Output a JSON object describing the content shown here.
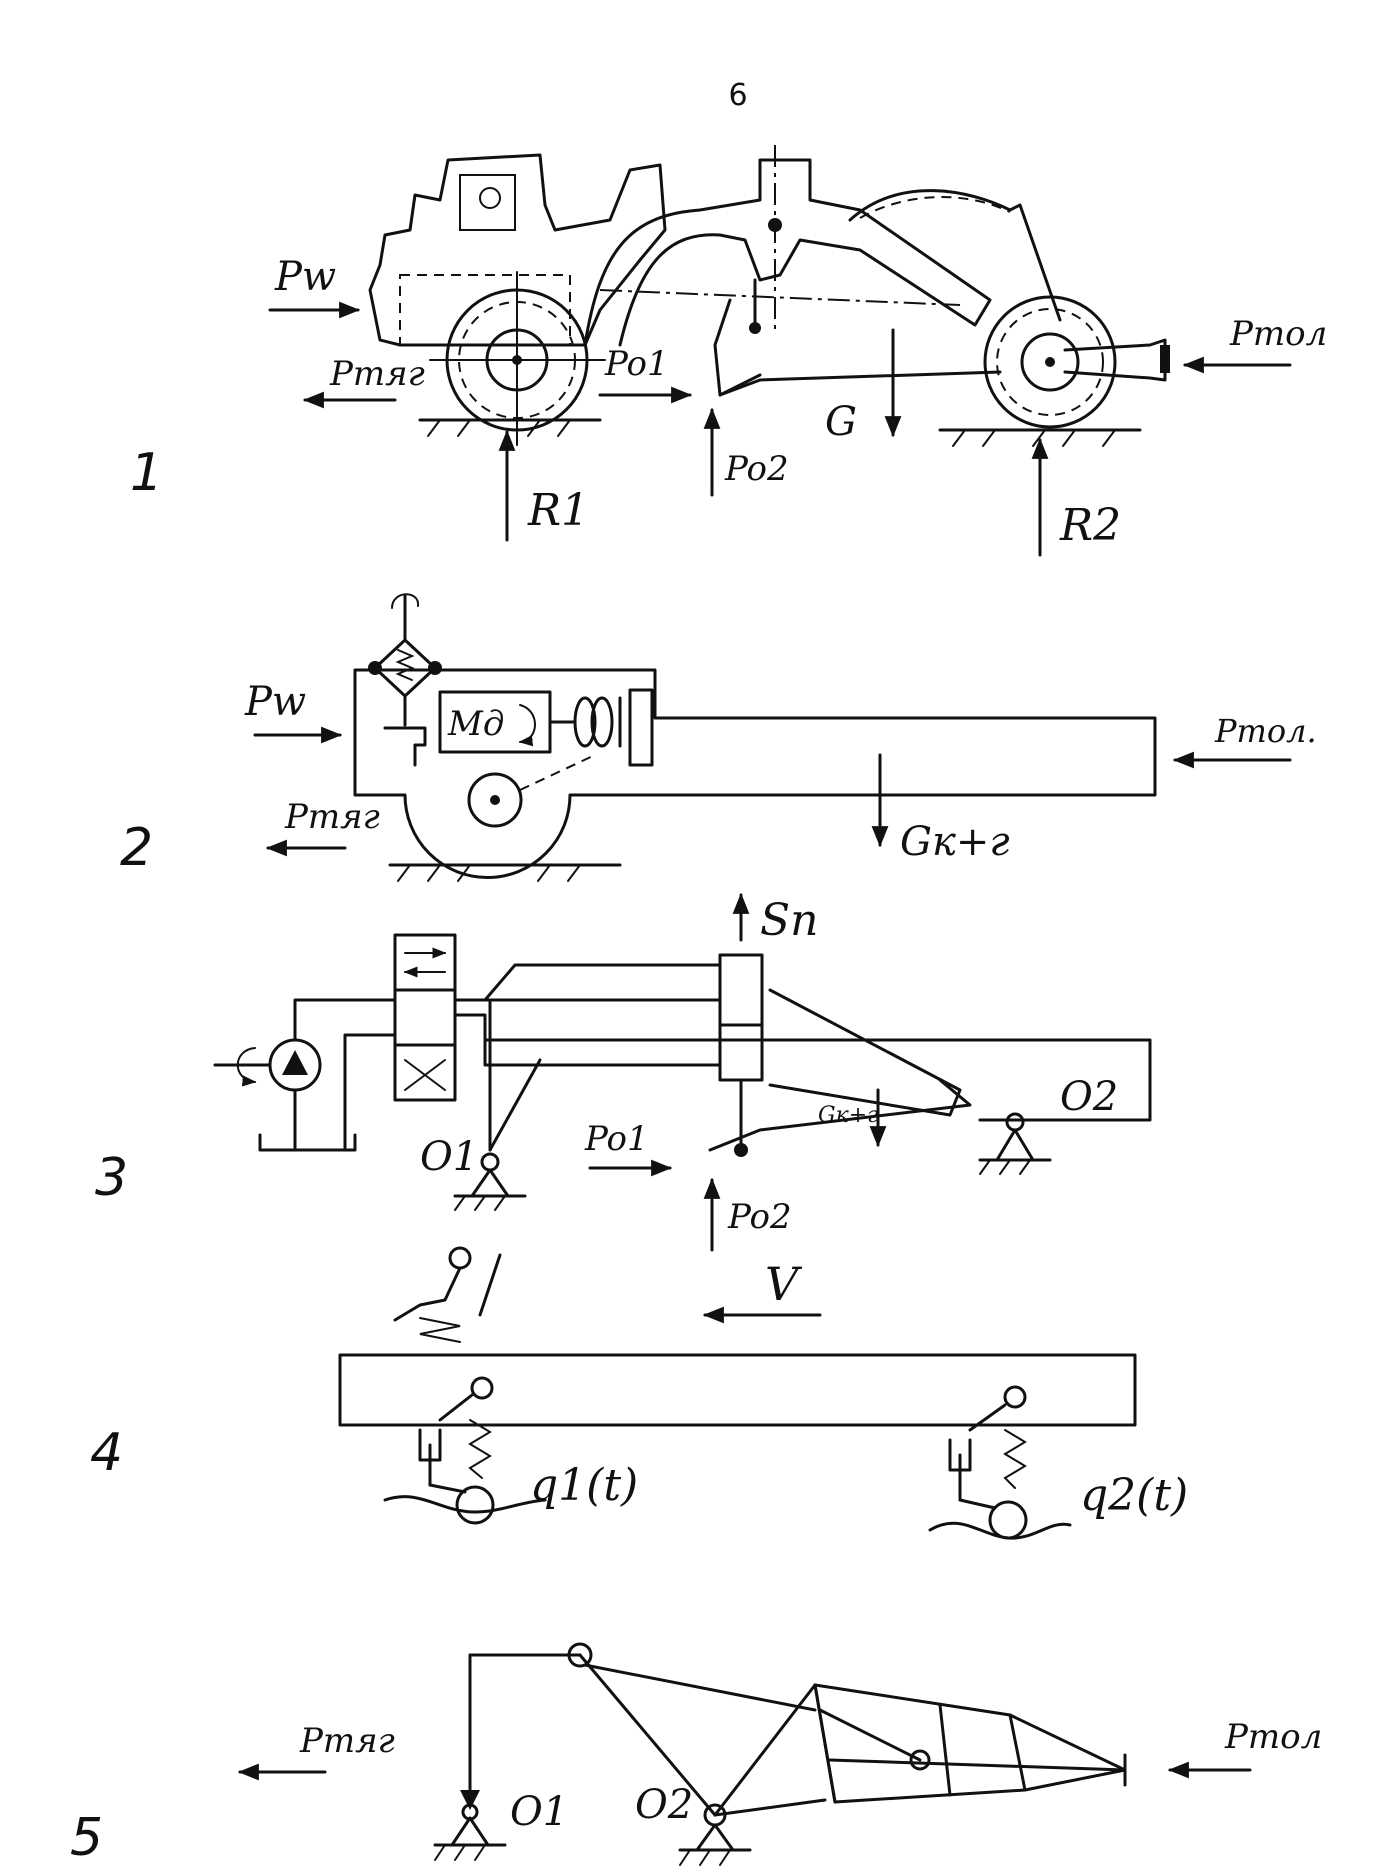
{
  "page_number": "6",
  "figures": [
    {
      "number": "1",
      "labels": {
        "p_w": "Pw",
        "p_tyag": "Pтяг",
        "p_o1": "Po1",
        "p_o2": "Po2",
        "g": "G",
        "r1": "R1",
        "r2": "R2",
        "p_tol": "Pтол"
      }
    },
    {
      "number": "2",
      "labels": {
        "p_w": "Pw",
        "p_tyag": "Pтяг",
        "md": "Mд",
        "g_kg": "Gк+г",
        "p_tol": "Pтол."
      }
    },
    {
      "number": "3",
      "labels": {
        "s_p": "Sп",
        "o1": "O1",
        "o2": "O2",
        "p_o1": "Po1",
        "p_o2": "Po2",
        "g_kg": "Gк+г"
      }
    },
    {
      "number": "4",
      "labels": {
        "v": "V",
        "q1": "q1(t)",
        "q2": "q2(t)"
      }
    },
    {
      "number": "5",
      "labels": {
        "p_tyag": "Pтяг",
        "o1": "O1",
        "o2": "O2",
        "p_tol": "Pтол"
      }
    }
  ]
}
